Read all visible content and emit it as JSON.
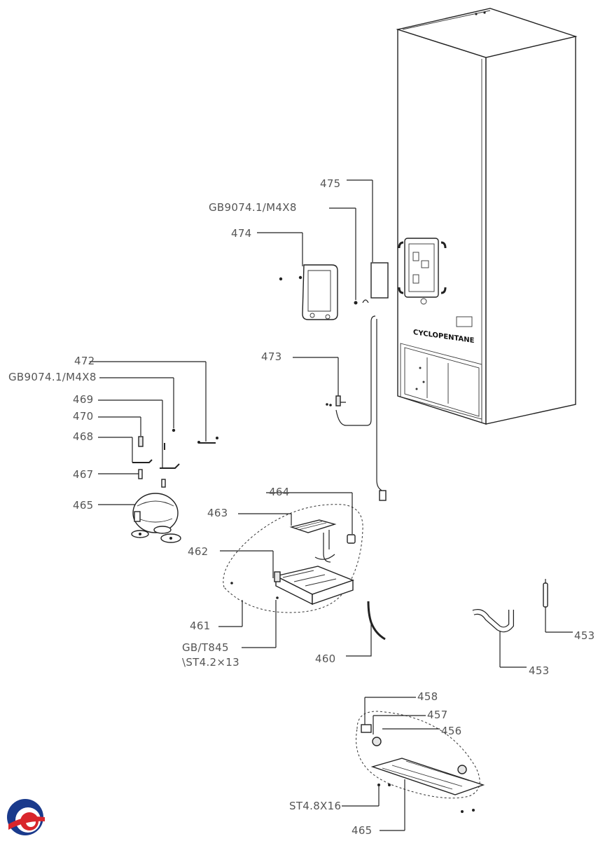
{
  "labels": {
    "l475": "475",
    "l_gb_a": "GB9074.1/M4X8",
    "l474": "474",
    "l473": "473",
    "l472": "472",
    "l_gb_b": "GB9074.1/M4X8",
    "l469": "469",
    "l470": "470",
    "l468": "468",
    "l467": "467",
    "l465a": "465",
    "l464": "464",
    "l463": "463",
    "l462": "462",
    "l461": "461",
    "l_gbt_1": "GB/T845",
    "l_gbt_2": "\\ST4.2×13",
    "l460": "460",
    "l453a": "453",
    "l453b": "453",
    "l458": "458",
    "l457": "457",
    "l456": "456",
    "l_st": "ST4.8X16",
    "l465b": "465"
  },
  "brand_text": "CYCLOPENTANE",
  "logo": {
    "name": "brand-logo-icon",
    "colors": [
      "#1a3a8c",
      "#d9262c"
    ]
  }
}
